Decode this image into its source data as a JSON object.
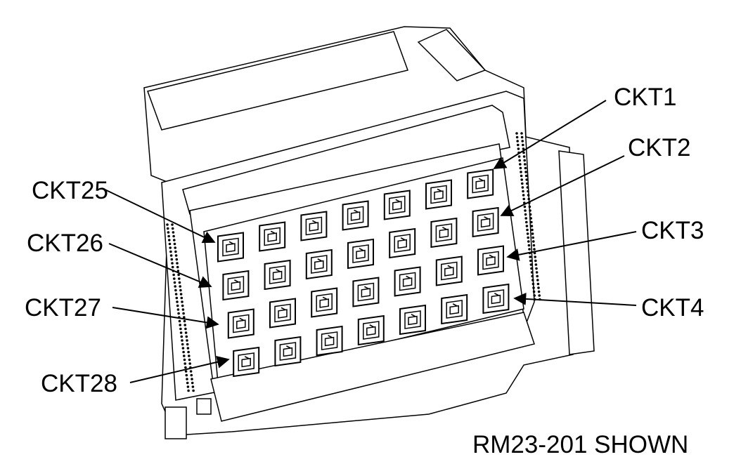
{
  "diagram": {
    "caption": "RM23-201 SHOWN",
    "callouts": [
      {
        "id": "ckt1",
        "label": "CKT1"
      },
      {
        "id": "ckt2",
        "label": "CKT2"
      },
      {
        "id": "ckt3",
        "label": "CKT3"
      },
      {
        "id": "ckt4",
        "label": "CKT4"
      },
      {
        "id": "ckt25",
        "label": "CKT25"
      },
      {
        "id": "ckt26",
        "label": "CKT26"
      },
      {
        "id": "ckt27",
        "label": "CKT27"
      },
      {
        "id": "ckt28",
        "label": "CKT28"
      }
    ],
    "jack_rows": 4,
    "jack_columns": 7
  }
}
